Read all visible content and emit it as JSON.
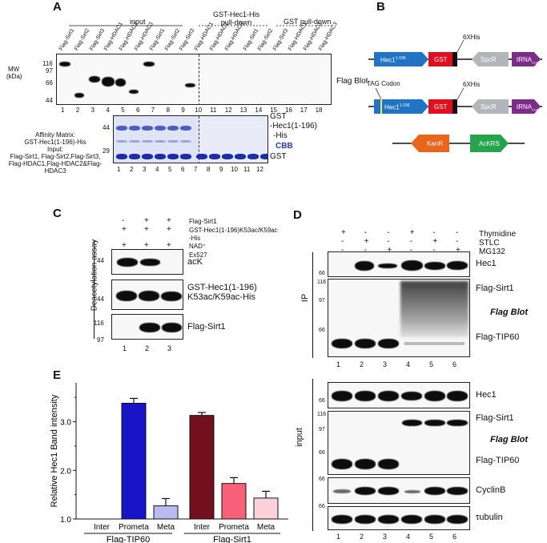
{
  "panelA": {
    "label": "A",
    "group_input": "input",
    "group_gst_hec1": "GST-Hec1-His",
    "group_gst_hec1_sub": "pull-down",
    "group_gst": "GST pull-down",
    "lanes": [
      "Flag-Sirt1",
      "Flag-Sirt2",
      "Flag-Sirt3",
      "Flag-HDAC1",
      "Flag-HDAC2",
      "Flag-HDAC3",
      "Flag-Sirt1",
      "Flag-Sirt2",
      "Flag-Sirt3",
      "Flag-HDAC1",
      "Flag-HDAC2",
      "Flag-HDAC3",
      "Flag-Sirt1",
      "Flag-Sirt2",
      "Flag-Sirt3",
      "Flag-HDAC1",
      "Flag-HDAC2",
      "Flag-HDAC3"
    ],
    "mw_label": "MW",
    "mw_unit": "(kDa)",
    "mw_top": [
      "116",
      "97",
      "66",
      "44"
    ],
    "mw_bottom": [
      "44",
      "29"
    ],
    "lane_numbers_top": [
      "1",
      "2",
      "3",
      "4",
      "5",
      "6",
      "7",
      "8",
      "9",
      "10",
      "11",
      "12",
      "13",
      "14",
      "15",
      "16",
      "17",
      "18"
    ],
    "lane_numbers_bottom": [
      "1",
      "2",
      "3",
      "4",
      "5",
      "6",
      "7",
      "8",
      "9",
      "10",
      "11",
      "12"
    ],
    "blot_label": "Flag Blot",
    "right_gst": "GST",
    "right_hec1": "-Hec1(1-196)",
    "right_his": "-His",
    "right_cbb": "CBB",
    "right_gst2": "GST",
    "affinity_title": "Affinity Matrix:",
    "affinity_line2": "GST-Hec1(1-196)-His",
    "affinity_input": "Input:",
    "affinity_line4": "Flag-Sirt1, Flag-Sirt2,Flag-Sirt3,",
    "affinity_line5": "Flag-HDAC1,Flag-HDAC2&Flag-HDAC3"
  },
  "panelB": {
    "label": "B",
    "row1": {
      "hec1": "Hec1",
      "hec1_sup": "1-196",
      "gst": "GST",
      "tag": "6XHis",
      "spcr": "SpcR",
      "trna": "tRNA",
      "trna_sub": "CUA"
    },
    "row2": {
      "codon": "TAG Codon",
      "hec1": "Hec1",
      "hec1_sup": "1-196",
      "gst": "GST",
      "tag": "6XHis",
      "spcr": "SpcR",
      "trna": "tRNA",
      "trna_sub": "CUA"
    },
    "row3": {
      "kanr": "KanR",
      "ackrs": "AcKRS"
    }
  },
  "panelC": {
    "label": "C",
    "rows": [
      {
        "label": "Flag-Sirt1",
        "marks": [
          "-",
          "+",
          "+"
        ]
      },
      {
        "label": "GST-Hec1(1-196)K53ac/K59ac",
        "marks": [
          "+",
          "+",
          "+"
        ]
      },
      {
        "label": "-His",
        "marks": [
          "",
          "",
          ""
        ]
      },
      {
        "label": "NAD⁺",
        "marks": [
          "+",
          "+",
          "+"
        ]
      },
      {
        "label": "Ex527",
        "marks": [
          "-",
          "-",
          "+"
        ]
      }
    ],
    "side_label": "Deacetylation assay",
    "blot1": {
      "mw": "44",
      "label": "acK"
    },
    "blot2": {
      "mw": "44",
      "label1": "GST-Hec1(1-196)",
      "label2": "K53ac/K59ac-His"
    },
    "blot3": {
      "mw1": "116",
      "mw2": "97",
      "label": "Flag-Sirt1"
    },
    "lanes": [
      "1",
      "2",
      "3"
    ]
  },
  "panelD": {
    "label": "D",
    "conditions": [
      {
        "label": "Thymidine",
        "marks": [
          "+",
          "-",
          "-",
          "+",
          "-",
          "-"
        ]
      },
      {
        "label": "STLC",
        "marks": [
          "-",
          "+",
          "-",
          "-",
          "+",
          "-"
        ]
      },
      {
        "label": "MG132",
        "marks": [
          "-",
          "-",
          "+",
          "-",
          "-",
          "+"
        ]
      }
    ],
    "ip_label": "IP",
    "input_label": "input",
    "ip_hec1_mw": "66",
    "ip_hec1": "Hec1",
    "ip_flag_mw": [
      "116",
      "97",
      "66"
    ],
    "ip_sirt1": "Flag-Sirt1",
    "ip_flagblot": "Flag Blot",
    "ip_tip60": "Flag-TIP60",
    "lanes": [
      "1",
      "2",
      "3",
      "4",
      "5",
      "6"
    ],
    "in_hec1_mw": "66",
    "in_hec1": "Hec1",
    "in_flag_mw": [
      "116",
      "97",
      "66"
    ],
    "in_sirt1": "Flag-Sirt1",
    "in_flagblot": "Flag Blot",
    "in_tip60": "Flag-TIP60",
    "in_cyclin_mw": "66",
    "in_cyclin": "CyclinB",
    "in_tub_mw": "66",
    "in_tub": "τubulin",
    "lanes2": [
      "1",
      "2",
      "3",
      "4",
      "5",
      "6"
    ]
  },
  "panelE": {
    "label": "E",
    "chart_data": {
      "type": "bar",
      "ylabel": "Relative Hec1 Band intensity",
      "ylim": [
        1.0,
        3.8
      ],
      "yticks": [
        "1.0",
        "2.0",
        "3.0"
      ],
      "categories": [
        "Inter",
        "Prometa",
        "Meta",
        "Inter",
        "Prometa",
        "Meta"
      ],
      "groups": [
        "Flag-TIP60",
        "Flag-Sirt1"
      ],
      "values": [
        1.0,
        3.38,
        1.27,
        3.13,
        1.73,
        1.43
      ],
      "errors": [
        0,
        0.1,
        0.15,
        0.06,
        0.12,
        0.14
      ],
      "colors": [
        "#ffffff",
        "#1a14c8",
        "#b9baf0",
        "#74101d",
        "#f86279",
        "#fbd2d9"
      ]
    }
  }
}
